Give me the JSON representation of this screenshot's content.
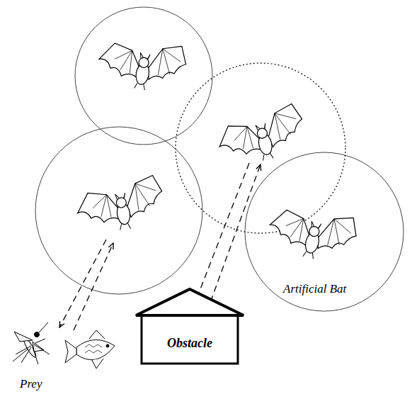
{
  "diagram": {
    "nodes": [
      {
        "text": [
          "Obstacle"
        ]
      }
    ],
    "labels": [
      "Prey",
      "Artificial Bat"
    ]
  }
}
